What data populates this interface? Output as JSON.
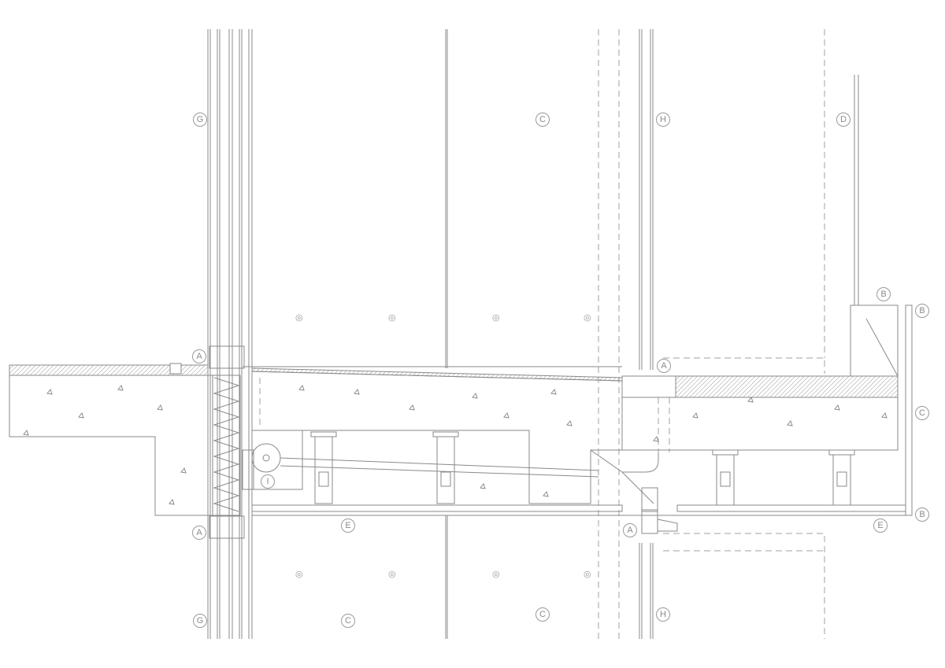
{
  "drawing": {
    "title": "Facade slab edge section detail",
    "tags_top": [
      "G",
      "C",
      "H",
      "D"
    ],
    "tags_mid": [
      "A",
      "A",
      "B",
      "B",
      "C",
      "B",
      "E",
      "E",
      "A",
      "A",
      "I"
    ],
    "tags_bottom": [
      "G",
      "C",
      "C",
      "H"
    ],
    "point_marker": "◎",
    "colors": {
      "line": "#8a8a8a",
      "hatch": "#9a9a9a",
      "background": "#ffffff"
    }
  }
}
